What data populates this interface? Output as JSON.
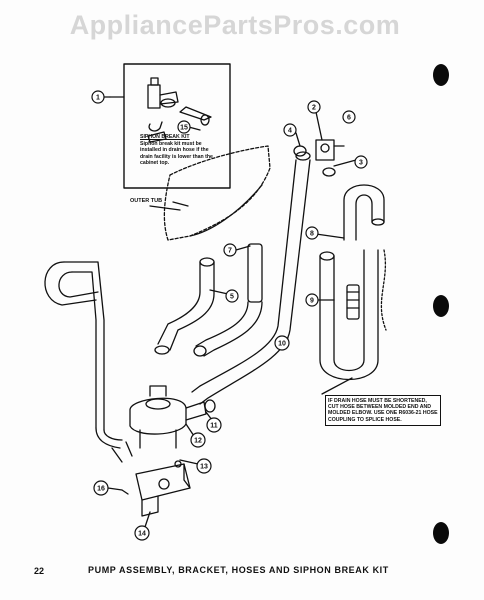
{
  "watermark": "AppliancePartsPros.com",
  "page_number": "22",
  "title": "PUMP ASSEMBLY, BRACKET, HOSES AND SIPHON BREAK KIT",
  "siphon_note": {
    "heading": "SIPHON BREAK KIT",
    "body": "Siphon break kit must be installed in drain hose if the drain facility is lower than the cabinet top."
  },
  "outer_tub_label": "OUTER TUB",
  "drain_note": "IF DRAIN HOSE MUST BE SHORTENED, CUT HOSE BETWEEN MOLDED END AND MOLDED ELBOW. USE ONE R6036-21 HOSE COUPLING TO SPLICE HOSE.",
  "callouts": [
    "1",
    "2",
    "3",
    "4",
    "5",
    "6",
    "7",
    "8",
    "9",
    "10",
    "11",
    "12",
    "13",
    "14",
    "15",
    "16"
  ],
  "colors": {
    "ink": "#111111",
    "watermark": "#d6d6d6",
    "background": "#fdfdfd"
  }
}
